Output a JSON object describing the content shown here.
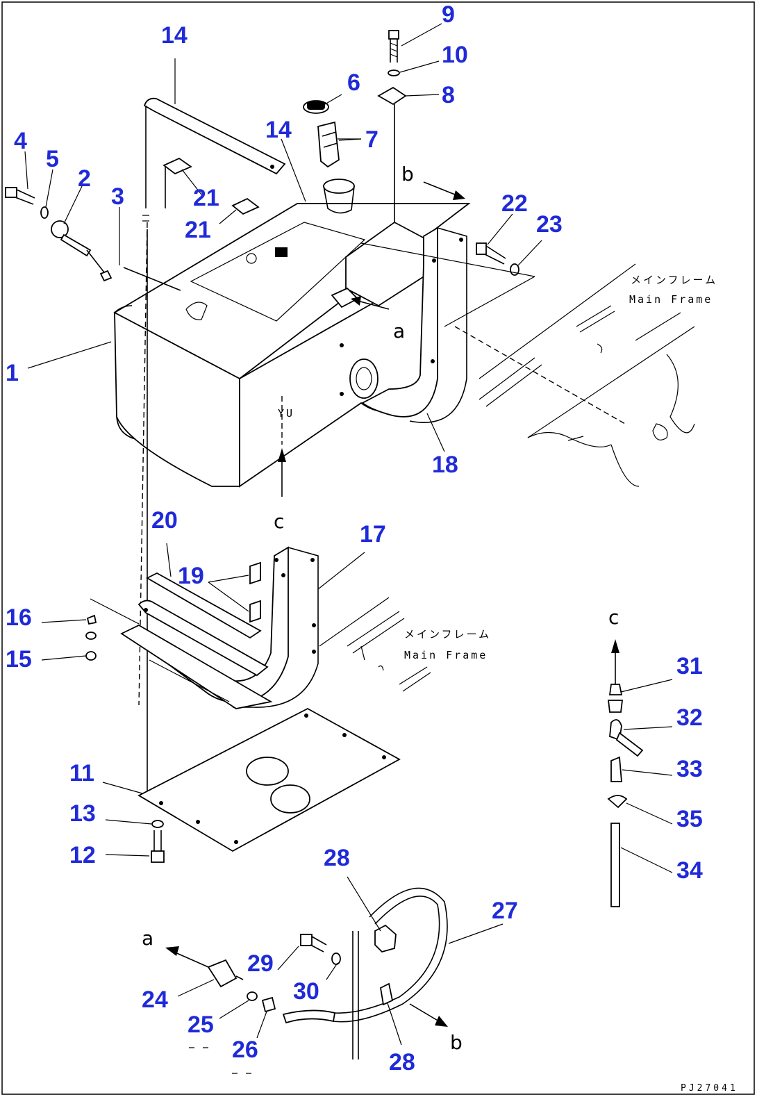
{
  "callouts": [
    {
      "id": "1",
      "text": "1"
    },
    {
      "id": "2",
      "text": "2"
    },
    {
      "id": "3",
      "text": "3"
    },
    {
      "id": "4",
      "text": "4"
    },
    {
      "id": "5",
      "text": "5"
    },
    {
      "id": "6",
      "text": "6"
    },
    {
      "id": "7",
      "text": "7"
    },
    {
      "id": "8",
      "text": "8"
    },
    {
      "id": "9",
      "text": "9"
    },
    {
      "id": "10",
      "text": "10"
    },
    {
      "id": "11",
      "text": "11"
    },
    {
      "id": "12",
      "text": "12"
    },
    {
      "id": "13",
      "text": "13"
    },
    {
      "id": "14a",
      "text": "14"
    },
    {
      "id": "14b",
      "text": "14"
    },
    {
      "id": "15",
      "text": "15"
    },
    {
      "id": "16",
      "text": "16"
    },
    {
      "id": "17",
      "text": "17"
    },
    {
      "id": "18",
      "text": "18"
    },
    {
      "id": "19",
      "text": "19"
    },
    {
      "id": "20",
      "text": "20"
    },
    {
      "id": "21a",
      "text": "21"
    },
    {
      "id": "21b",
      "text": "21"
    },
    {
      "id": "22",
      "text": "22"
    },
    {
      "id": "23",
      "text": "23"
    },
    {
      "id": "24",
      "text": "24"
    },
    {
      "id": "25",
      "text": "25"
    },
    {
      "id": "26",
      "text": "26"
    },
    {
      "id": "27",
      "text": "27"
    },
    {
      "id": "28a",
      "text": "28"
    },
    {
      "id": "28b",
      "text": "28"
    },
    {
      "id": "29",
      "text": "29"
    },
    {
      "id": "30",
      "text": "30"
    },
    {
      "id": "31",
      "text": "31"
    },
    {
      "id": "32",
      "text": "32"
    },
    {
      "id": "33",
      "text": "33"
    },
    {
      "id": "34",
      "text": "34"
    },
    {
      "id": "35",
      "text": "35"
    }
  ],
  "letters": {
    "a_top": "a",
    "a_bottom": "a",
    "b_top": "b",
    "b_bottom": "b",
    "c_tank": "c",
    "c_valve": "c"
  },
  "frame_labels": {
    "jp_1": "メインフレーム",
    "en_1": "Main Frame",
    "jp_2": "メインフレーム",
    "en_2": "Main Frame"
  },
  "tank_mark": "YU",
  "drawing_code": "PJ27041"
}
